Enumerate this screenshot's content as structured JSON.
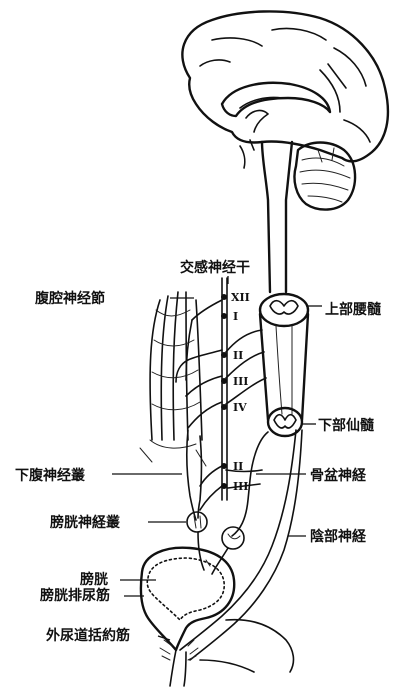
{
  "labels": {
    "sympathetic_trunk": "交感神经干",
    "celiac_ganglion": "腹腔神经節",
    "upper_lumbar_cord": "上部腰髓",
    "lower_sacral_cord": "下部仙髓",
    "inferior_hypogastric_plexus": "下腹神经叢",
    "pelvic_nerve": "骨盆神経",
    "vesical_plexus": "膀胱神経叢",
    "pudendal_nerve": "陰部神経",
    "bladder": "膀胱",
    "detrusor_muscle": "膀胱排尿筋",
    "external_urethral_sphincter": "外尿道括約筋"
  },
  "segments": {
    "thoracic_12": "XII",
    "lumbar_1": "I",
    "lumbar_2": "II",
    "lumbar_3": "III",
    "lumbar_4": "IV",
    "sacral_2": "II",
    "sacral_3": "III"
  }
}
